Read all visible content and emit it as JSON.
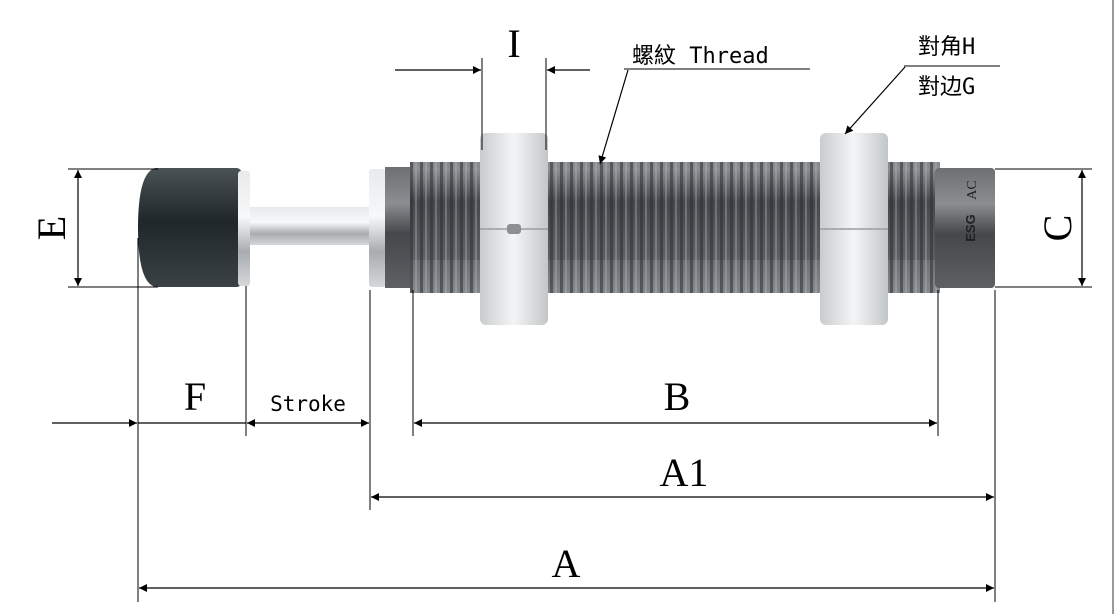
{
  "labels": {
    "E": "E",
    "C": "C",
    "I": "I",
    "F": "F",
    "stroke": "Stroke",
    "B": "B",
    "A1": "A1",
    "A": "A",
    "thread": "螺紋 Thread",
    "across_corners": "對角H",
    "across_flats": "對边G"
  },
  "product_marking": {
    "brand": "ESG",
    "model": "AC"
  },
  "colors": {
    "cap": "#2e3437",
    "body": "#4f5356",
    "steel": "#d8dadc"
  }
}
